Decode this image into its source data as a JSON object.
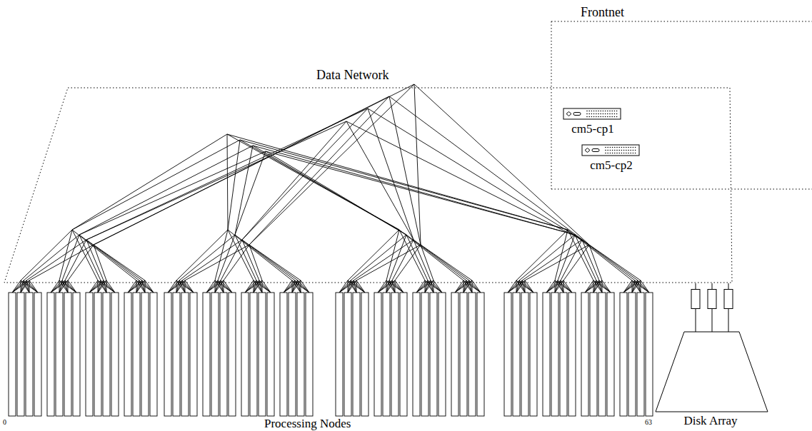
{
  "diagram": {
    "nodes": [
      {
        "text": [
          "Data Network"
        ]
      },
      {
        "text": [
          "Frontnet"
        ]
      },
      {
        "text": [
          "cm5-cp1"
        ],
        "in": 1
      },
      {
        "text": [
          "cm5-cp2"
        ],
        "in": 1
      },
      {
        "text": [
          "Disk Array"
        ]
      }
    ],
    "edges": [
      {
        "from": 4,
        "to": 0,
        "arrow": "none"
      },
      {
        "from": 4,
        "to": 0,
        "arrow": "none"
      },
      {
        "from": 4,
        "to": 0,
        "arrow": "none"
      }
    ],
    "labels": [
      "0",
      "63",
      "Processing Nodes"
    ]
  }
}
